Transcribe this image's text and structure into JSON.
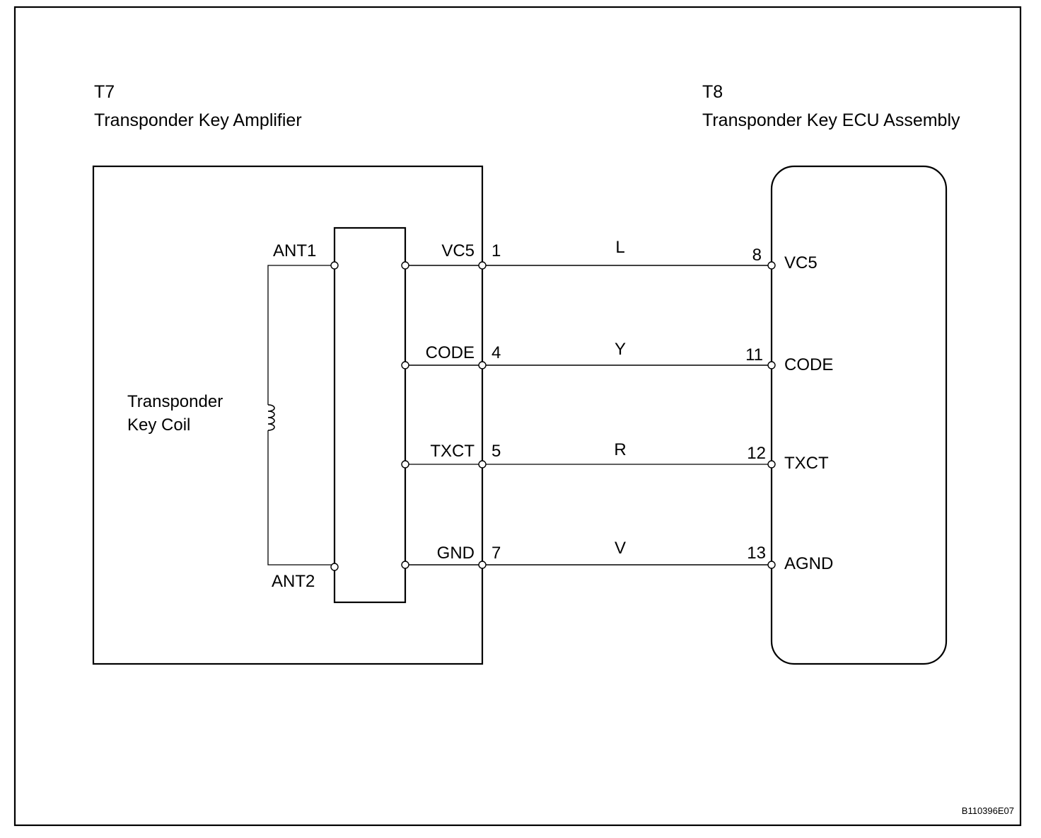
{
  "diagram": {
    "figure_code": "B110396E07",
    "left_unit": {
      "connector": "T7",
      "name": "Transponder Key Amplifier",
      "coil_label_line1": "Transponder",
      "coil_label_line2": "Key Coil",
      "coil_pins": [
        "ANT1",
        "ANT2"
      ]
    },
    "right_unit": {
      "connector": "T8",
      "name": "Transponder Key ECU Assembly"
    },
    "wires": [
      {
        "left_signal": "VC5",
        "left_pin": "1",
        "color": "L",
        "right_pin": "8",
        "right_signal": "VC5"
      },
      {
        "left_signal": "CODE",
        "left_pin": "4",
        "color": "Y",
        "right_pin": "11",
        "right_signal": "CODE"
      },
      {
        "left_signal": "TXCT",
        "left_pin": "5",
        "color": "R",
        "right_pin": "12",
        "right_signal": "TXCT"
      },
      {
        "left_signal": "GND",
        "left_pin": "7",
        "color": "V",
        "right_pin": "13",
        "right_signal": "AGND"
      }
    ]
  }
}
